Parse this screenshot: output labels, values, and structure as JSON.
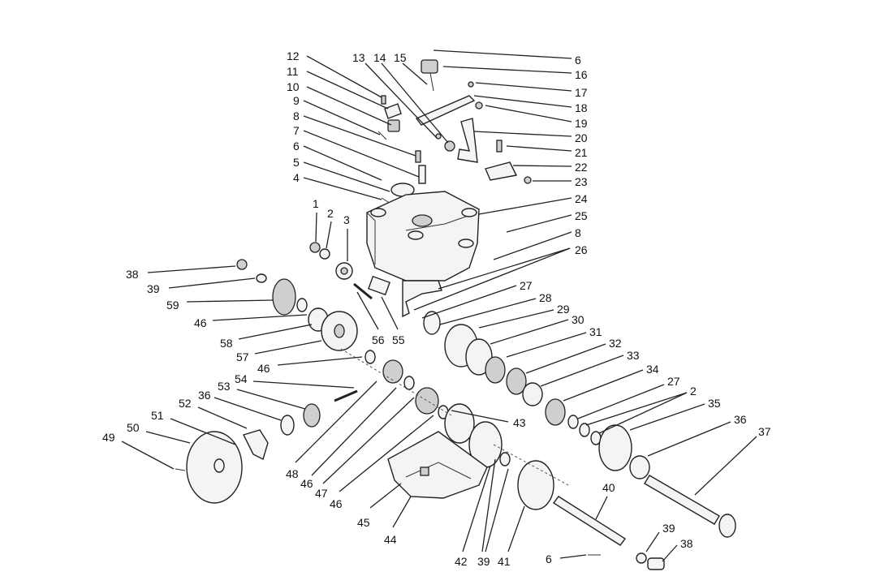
{
  "diagram": {
    "type": "exploded-parts-view",
    "callouts": [
      "1",
      "2",
      "3",
      "4",
      "5",
      "6",
      "7",
      "8",
      "9",
      "10",
      "11",
      "12",
      "13",
      "14",
      "15",
      "16",
      "17",
      "18",
      "19",
      "20",
      "21",
      "22",
      "23",
      "24",
      "25",
      "26",
      "27",
      "28",
      "29",
      "30",
      "31",
      "32",
      "33",
      "34",
      "35",
      "36",
      "37",
      "38",
      "39",
      "40",
      "41",
      "42",
      "43",
      "44",
      "45",
      "46",
      "47",
      "48",
      "49",
      "50",
      "51",
      "52",
      "53",
      "54",
      "55",
      "56",
      "57",
      "58",
      "59"
    ]
  }
}
